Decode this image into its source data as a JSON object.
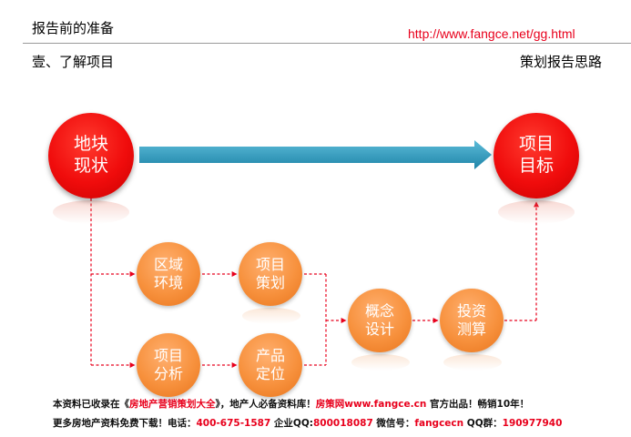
{
  "header": {
    "title": "报告前的准备",
    "url": "http://www.fangce.net/gg.html"
  },
  "section": {
    "left": "壹、了解项目",
    "right": "策划报告思路"
  },
  "nodes": {
    "land": [
      "地块",
      "现状"
    ],
    "goal": [
      "项目",
      "目标"
    ],
    "region": [
      "区域",
      "环境"
    ],
    "analysis": [
      "项目",
      "分析"
    ],
    "planning": [
      "项目",
      "策划"
    ],
    "product": [
      "产品",
      "定位"
    ],
    "concept": [
      "概念",
      "设计"
    ],
    "invest": [
      "投资",
      "测算"
    ]
  },
  "colors": {
    "big_node": "#f00c0c",
    "small_node": "#f7913d",
    "arrow": "#2f9ec1",
    "connector": "#e8001c",
    "url": "#e8001c"
  },
  "footer": {
    "line1_a": "本资料已收录在《",
    "line1_book": "房地产营销策划大全",
    "line1_b": "》，地产人必备资料库！",
    "line1_site": "房策网www.fangce.cn",
    "line1_c": " 官方出品！畅销10年！",
    "line2_a": "更多房地产资料免费下载！电话：",
    "line2_phone": "400-675-1587",
    "line2_b": " 企业QQ:",
    "line2_qq": "800018087",
    "line2_c": " 微信号：",
    "line2_wechat": "fangcecn",
    "line2_d": " QQ群：",
    "line2_group": "190977940"
  }
}
